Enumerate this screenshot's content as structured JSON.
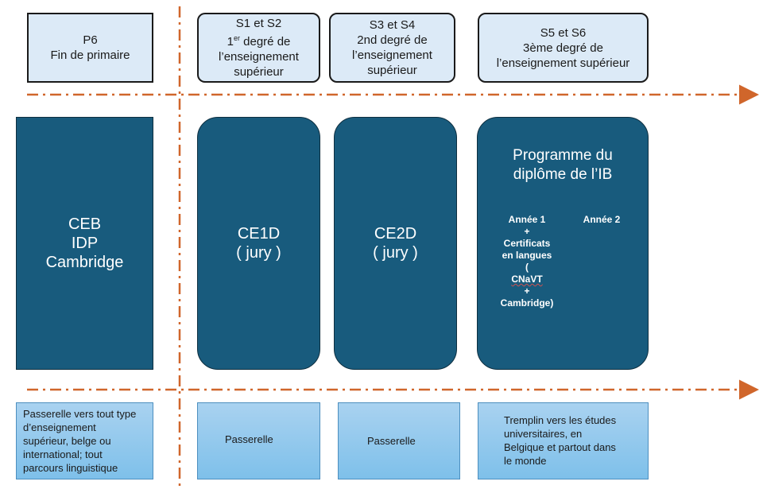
{
  "headers": [
    {
      "lines": [
        "P6",
        "Fin de primaire"
      ]
    },
    {
      "lines": [
        "S1 et S2",
        "degré de",
        "l’enseignement",
        "supérieur"
      ],
      "sup_prefix": "1",
      "sup": "er"
    },
    {
      "lines": [
        "S3 et S4",
        "2nd degré de",
        "l’enseignement",
        "supérieur"
      ]
    },
    {
      "lines": [
        "S5 et S6",
        "3ème degré de",
        "l’enseignement supérieur"
      ]
    }
  ],
  "blocks": [
    {
      "lines": [
        "CEB",
        "IDP",
        "Cambridge"
      ]
    },
    {
      "lines": [
        "CE1D",
        "( jury )"
      ]
    },
    {
      "lines": [
        "CE2D",
        "( jury )"
      ]
    }
  ],
  "ib": {
    "title_lines": [
      "Programme du",
      "diplôme de l’IB"
    ],
    "year1_lines": [
      "Année 1",
      "+",
      "Certificats",
      "en langues",
      "(CNaVT+",
      "Cambridge)"
    ],
    "year1_prefix": "(",
    "year1_underlined": "CNaVT",
    "year1_suffix": "+",
    "year2": "Année 2"
  },
  "footers": [
    {
      "lines": [
        "Passerelle vers tout type",
        "d’enseignement",
        "supérieur, belge ou",
        "international; tout",
        "parcours linguistique"
      ]
    },
    {
      "lines": [
        "Passerelle"
      ]
    },
    {
      "lines": [
        "Passerelle"
      ]
    },
    {
      "lines": [
        "Tremplin vers les études",
        "universitaires, en",
        "Belgique et partout dans",
        "le monde"
      ]
    }
  ],
  "colors": {
    "header_fill": "#dceaf7",
    "block_fill": "#185b7d",
    "footer_fill": "#7ec0ea",
    "divider_orange": "#d0662b"
  }
}
